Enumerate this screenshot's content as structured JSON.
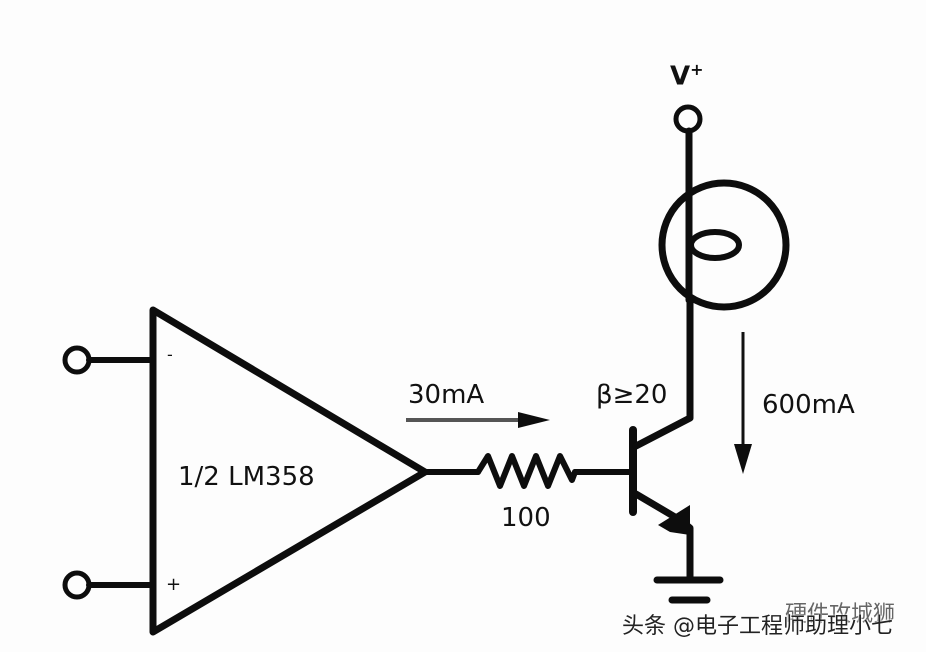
{
  "diagram": {
    "opamp_label": "1/2 LM358",
    "inverting_sign": "-",
    "noninverting_sign": "+",
    "base_current_label": "30mA",
    "resistor_label": "100",
    "beta_label": "β≥20",
    "collector_current_label": "600mA",
    "supply_label": "V",
    "supply_superscript": "+",
    "components": [
      "op-amp",
      "resistor",
      "npn-transistor",
      "lamp",
      "ground",
      "supply-terminal",
      "input-terminals"
    ]
  },
  "watermark": {
    "text": "头条 @电子工程师助理小七",
    "overlay_text": "硬件攻城狮"
  },
  "colors": {
    "line": "#0d0d0d",
    "background": "#fdfdfd",
    "arrow_gray": "#555555"
  }
}
